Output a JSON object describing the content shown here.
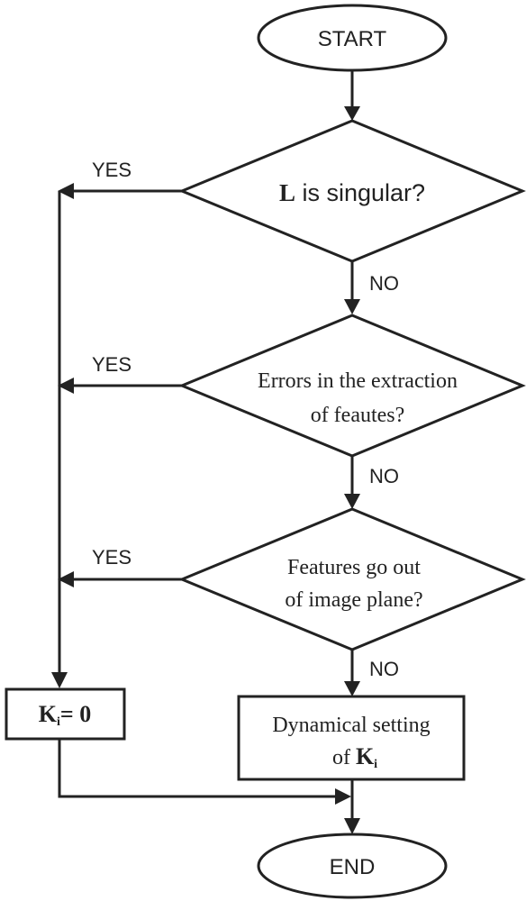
{
  "nodes": {
    "start": "START",
    "d1": {
      "prefix": "L",
      "text": " is singular?"
    },
    "d2": {
      "line1": "Errors in the extraction",
      "line2": "of feautes?"
    },
    "d3": {
      "line1": "Features go out",
      "line2": "of image plane?"
    },
    "k0": {
      "base": "K",
      "sub": "i",
      "eq": "= ",
      "val": "0"
    },
    "dyn": {
      "line1": "Dynamical setting",
      "line2a": "of ",
      "base": "K",
      "sub": "i"
    },
    "end": "END"
  },
  "labels": {
    "yes1": "YES",
    "yes2": "YES",
    "yes3": "YES",
    "no1": "NO",
    "no2": "NO",
    "no3": "NO"
  }
}
